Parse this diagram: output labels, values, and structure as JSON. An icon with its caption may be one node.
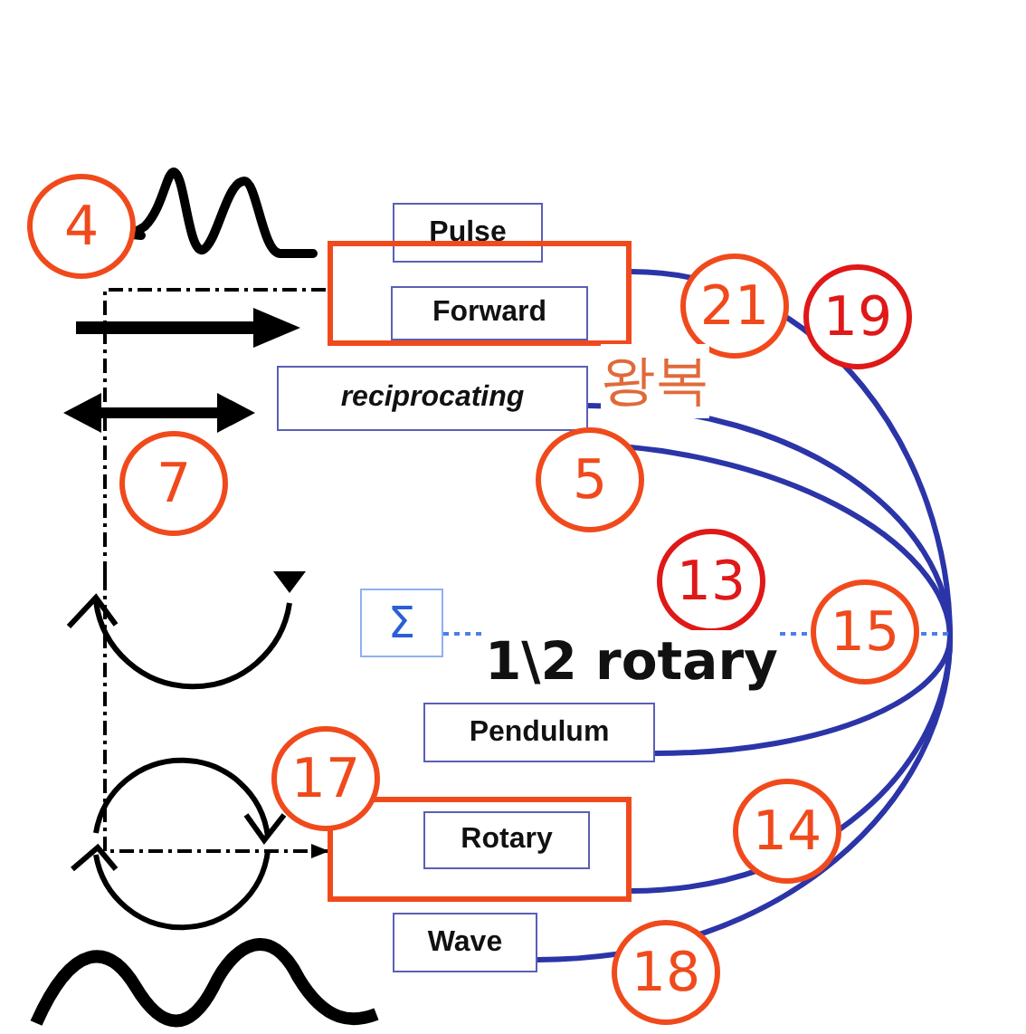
{
  "diagram": {
    "nodes": [
      {
        "text": [
          "Pulse"
        ]
      },
      {
        "text": [],
        "shape": "box"
      },
      {
        "text": [
          "Forward"
        ],
        "in": 1
      },
      {
        "text": [
          "reciprocating"
        ]
      },
      {
        "text": [
          "Σ"
        ]
      },
      {
        "text": [
          "Pendulum"
        ]
      },
      {
        "text": [],
        "shape": "box"
      },
      {
        "text": [
          "Rotary"
        ],
        "in": 6
      },
      {
        "text": [
          "Wave"
        ]
      }
    ],
    "edges": [
      {
        "from": null,
        "to": 1,
        "arrow": "none",
        "style": "dashed",
        "color": "#000000"
      },
      {
        "from": null,
        "to": 6,
        "arrow": "to",
        "style": "dashed",
        "color": "#000000"
      },
      {
        "from": 1,
        "to": null,
        "arrow": "none"
      },
      {
        "from": 3,
        "to": null,
        "arrow": "none"
      },
      {
        "from": 5,
        "to": null,
        "arrow": "none"
      },
      {
        "from": 6,
        "to": null,
        "arrow": "none"
      },
      {
        "from": 8,
        "to": null,
        "arrow": "none"
      },
      {
        "from": 4,
        "to": null,
        "arrow": "none",
        "style": "dashed",
        "color": "#4a7fe8"
      }
    ],
    "labels": [
      "4",
      "21",
      "19",
      "왕복",
      "7",
      "5",
      "13",
      "15",
      "1\\2 rotary",
      "17",
      "14",
      "18"
    ]
  }
}
